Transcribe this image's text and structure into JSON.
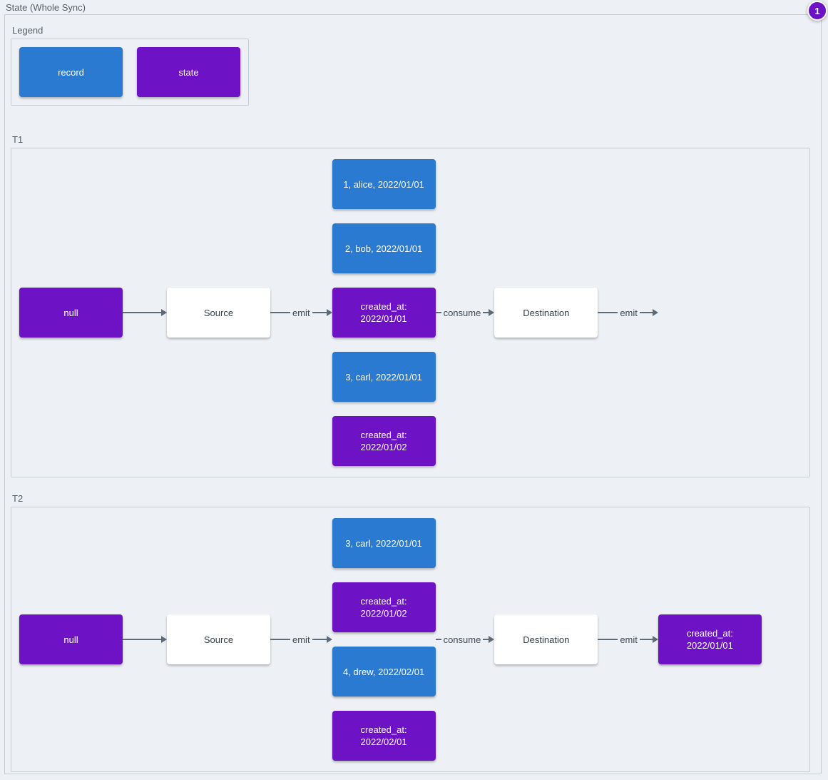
{
  "page": {
    "title": "State (Whole Sync)",
    "badge": "1"
  },
  "colors": {
    "record": "#2b7ad1",
    "state": "#6d13c5",
    "bg": "#edf0f5",
    "arrow": "#5d6b78",
    "border": "#c3cbd3",
    "label": "#525e69"
  },
  "legend": {
    "label": "Legend",
    "items": [
      {
        "type": "record",
        "label": "record"
      },
      {
        "type": "state",
        "label": "state"
      }
    ]
  },
  "sections": [
    {
      "label": "T1",
      "input": {
        "type": "state",
        "text": "null"
      },
      "source": "Source",
      "emit_label": "emit",
      "consume_label": "consume",
      "destination": "Destination",
      "output_emit_label": "emit",
      "messages": [
        {
          "type": "record",
          "text": "1, alice, 2022/01/01"
        },
        {
          "type": "record",
          "text": "2, bob, 2022/01/01"
        },
        {
          "type": "state",
          "text": "created_at: 2022/01/01"
        },
        {
          "type": "record",
          "text": "3, carl, 2022/01/01"
        },
        {
          "type": "state",
          "text": "created_at: 2022/01/02"
        }
      ]
    },
    {
      "label": "T2",
      "input": {
        "type": "state",
        "text": "null"
      },
      "source": "Source",
      "emit_label": "emit",
      "consume_label": "consume",
      "destination": "Destination",
      "output_emit_label": "emit",
      "messages": [
        {
          "type": "record",
          "text": "3, carl, 2022/01/01"
        },
        {
          "type": "state",
          "text": "created_at: 2022/01/02"
        },
        {
          "type": "record",
          "text": "4, drew, 2022/02/01"
        },
        {
          "type": "state",
          "text": "created_at: 2022/02/01"
        }
      ],
      "output": {
        "type": "state",
        "text": "created_at: 2022/01/01"
      }
    }
  ]
}
